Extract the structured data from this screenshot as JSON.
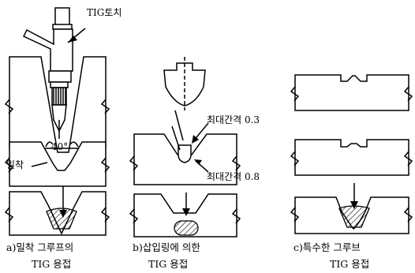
{
  "labels": {
    "tig_torch": "TIG토치",
    "angle": "40°",
    "contact": "밀착",
    "max_gap_small": "최대간격 0.3",
    "max_gap_large": "최대간격 0.8"
  },
  "captions": {
    "a_line1": "a)밀착 그루프의",
    "a_line2": "TIG 용접",
    "b_line1": "b)삽입링에 의한",
    "b_line2": "TIG 용접",
    "c_line1": "c)특수한 그루브",
    "c_line2": "TIG 용접"
  }
}
